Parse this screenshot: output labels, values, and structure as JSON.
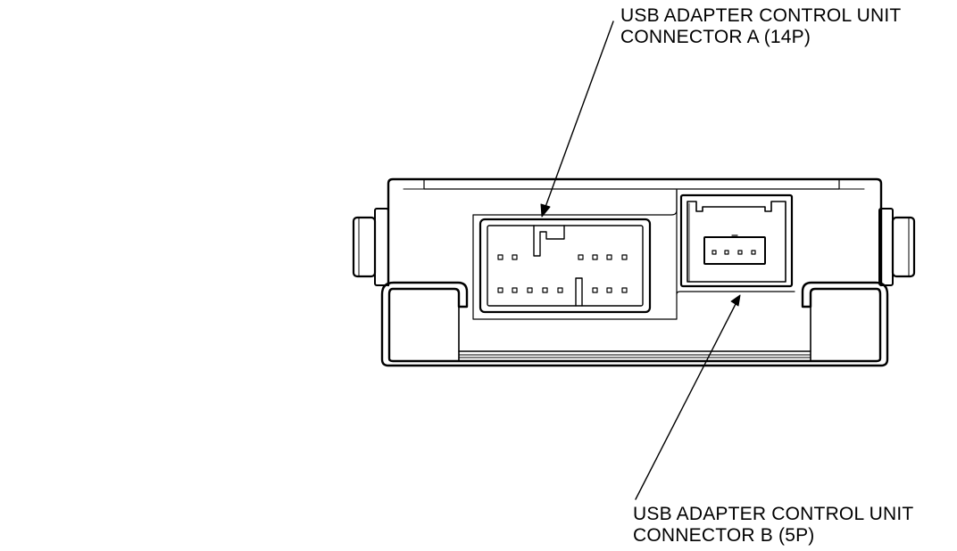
{
  "callouts": {
    "connector_a": {
      "line1": "USB ADAPTER CONTROL UNIT",
      "line2": "CONNECTOR A (14P)"
    },
    "connector_b": {
      "line1": "USB ADAPTER CONTROL UNIT",
      "line2": "CONNECTOR B (5P)"
    }
  },
  "colors": {
    "line": "#000000",
    "background": "#ffffff"
  }
}
